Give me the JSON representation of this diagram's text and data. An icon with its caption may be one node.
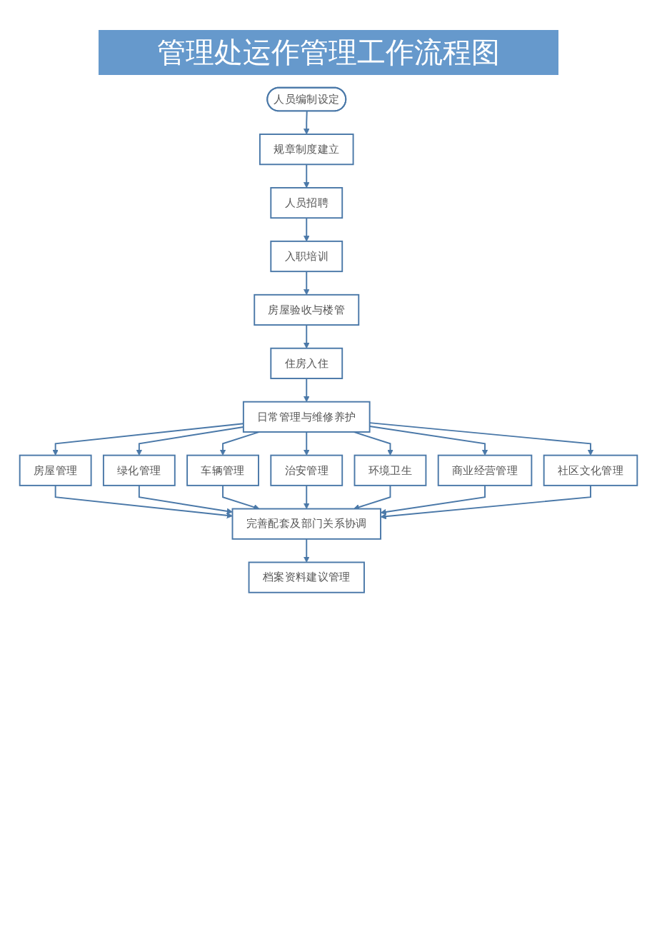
{
  "diagram": {
    "title": "管理处运作管理工作流程图",
    "nodes": [
      {
        "text": [
          "人员编制设定"
        ]
      },
      {
        "text": [
          "规章制度建立"
        ]
      },
      {
        "text": [
          "人员招聘"
        ]
      },
      {
        "text": [
          "入职培训"
        ]
      },
      {
        "text": [
          "房屋验收与楼管"
        ]
      },
      {
        "text": [
          "住房入住"
        ]
      },
      {
        "text": [
          "日常管理与维修养护"
        ]
      },
      {
        "text": [
          "房屋管理"
        ]
      },
      {
        "text": [
          "绿化管理"
        ]
      },
      {
        "text": [
          "车辆管理"
        ]
      },
      {
        "text": [
          "治安管理"
        ]
      },
      {
        "text": [
          "环境卫生"
        ]
      },
      {
        "text": [
          "商业经营管理"
        ]
      },
      {
        "text": [
          "社区文化管理"
        ]
      },
      {
        "text": [
          "完善配套及部门关系协调"
        ]
      },
      {
        "text": [
          "档案资料建议管理"
        ]
      }
    ],
    "edges": [
      {
        "from": 0,
        "to": 1,
        "arrow": "to"
      },
      {
        "from": 1,
        "to": 2,
        "arrow": "to"
      },
      {
        "from": 2,
        "to": 3,
        "arrow": "to"
      },
      {
        "from": 3,
        "to": 4,
        "arrow": "to"
      },
      {
        "from": 4,
        "to": 5,
        "arrow": "to"
      },
      {
        "from": 5,
        "to": 6,
        "arrow": "to"
      },
      {
        "from": 6,
        "to": 7,
        "arrow": "to"
      },
      {
        "from": 6,
        "to": 8,
        "arrow": "to"
      },
      {
        "from": 6,
        "to": 9,
        "arrow": "to"
      },
      {
        "from": 6,
        "to": 10,
        "arrow": "to"
      },
      {
        "from": 6,
        "to": 11,
        "arrow": "to"
      },
      {
        "from": 6,
        "to": 12,
        "arrow": "to"
      },
      {
        "from": 6,
        "to": 13,
        "arrow": "to"
      },
      {
        "from": 7,
        "to": 14,
        "arrow": "to"
      },
      {
        "from": 8,
        "to": 14,
        "arrow": "to"
      },
      {
        "from": 9,
        "to": 14,
        "arrow": "to"
      },
      {
        "from": 10,
        "to": 14,
        "arrow": "to"
      },
      {
        "from": 11,
        "to": 14,
        "arrow": "to"
      },
      {
        "from": 12,
        "to": 14,
        "arrow": "to"
      },
      {
        "from": 13,
        "to": 14,
        "arrow": "to"
      },
      {
        "from": 14,
        "to": 15,
        "arrow": "to"
      }
    ]
  }
}
